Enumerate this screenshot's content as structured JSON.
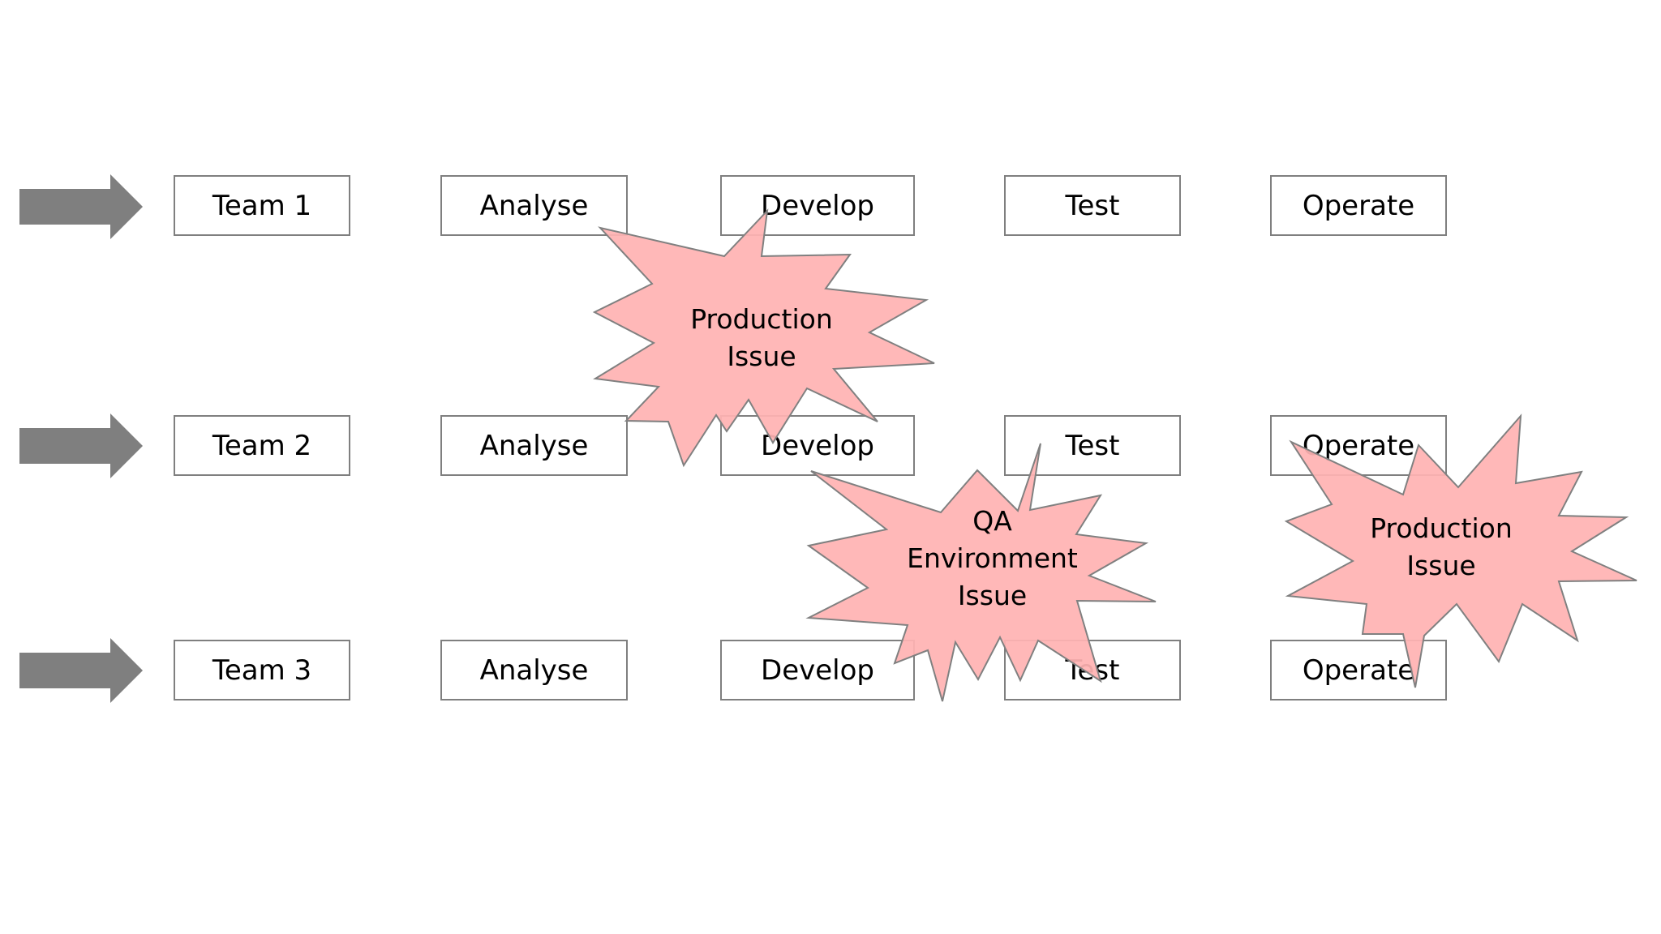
{
  "colors": {
    "arrow": "#7f7f7f",
    "box_border": "#7f7f7f",
    "burst_fill": "#ffb3b3",
    "burst_stroke": "#808080"
  },
  "rows": [
    {
      "team": "Team 1",
      "stages": [
        "Analyse",
        "Develop",
        "Test",
        "Operate"
      ]
    },
    {
      "team": "Team 2",
      "stages": [
        "Analyse",
        "Develop",
        "Test",
        "Operate"
      ]
    },
    {
      "team": "Team 3",
      "stages": [
        "Analyse",
        "Develop",
        "Test",
        "Operate"
      ]
    }
  ],
  "issues": [
    {
      "lines": [
        "Production",
        "Issue"
      ]
    },
    {
      "lines": [
        "QA",
        "Environment",
        "Issue"
      ]
    },
    {
      "lines": [
        "Production",
        "Issue"
      ]
    }
  ]
}
